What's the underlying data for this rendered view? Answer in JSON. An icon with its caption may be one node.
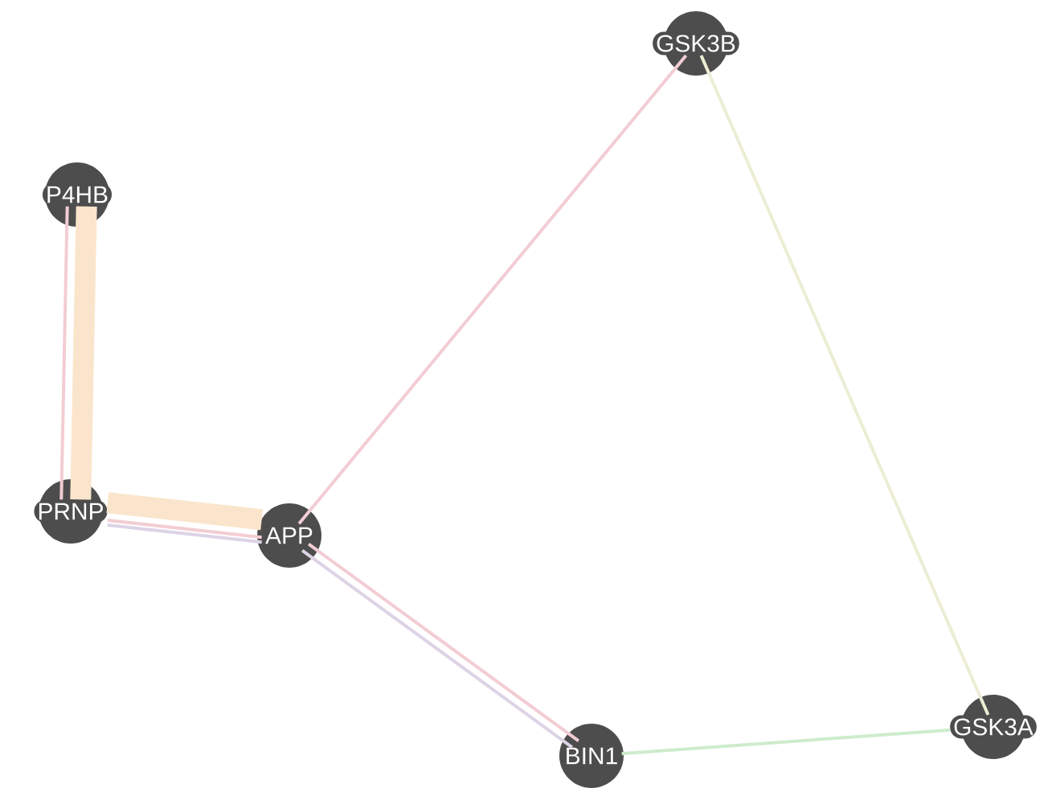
{
  "diagram": {
    "nodes": [
      {
        "text": [
          "GSK3B"
        ]
      },
      {
        "text": [
          "P4HB"
        ]
      },
      {
        "text": [
          "PRNP"
        ]
      },
      {
        "text": [
          "APP"
        ]
      },
      {
        "text": [
          "BIN1"
        ]
      },
      {
        "text": [
          "GSK3A"
        ]
      }
    ],
    "edges": [
      {
        "from": 1,
        "to": 2,
        "arrow": "none",
        "style": "thick",
        "color": "#fae5cc"
      },
      {
        "from": 1,
        "to": 2,
        "arrow": "none"
      },
      {
        "from": 2,
        "to": 3,
        "arrow": "none",
        "style": "thick",
        "color": "#fae5cc"
      },
      {
        "from": 2,
        "to": 3,
        "arrow": "none"
      },
      {
        "from": 2,
        "to": 3,
        "arrow": "none",
        "color": "#ddd3e6"
      },
      {
        "from": 3,
        "to": 0,
        "arrow": "none"
      },
      {
        "from": 3,
        "to": 4,
        "arrow": "none"
      },
      {
        "from": 3,
        "to": 4,
        "arrow": "none",
        "color": "#ddd3e6"
      },
      {
        "from": 4,
        "to": 5,
        "arrow": "none",
        "color": "#cdeccd"
      },
      {
        "from": 0,
        "to": 5,
        "arrow": "none",
        "color": "#ecedd4"
      }
    ]
  }
}
